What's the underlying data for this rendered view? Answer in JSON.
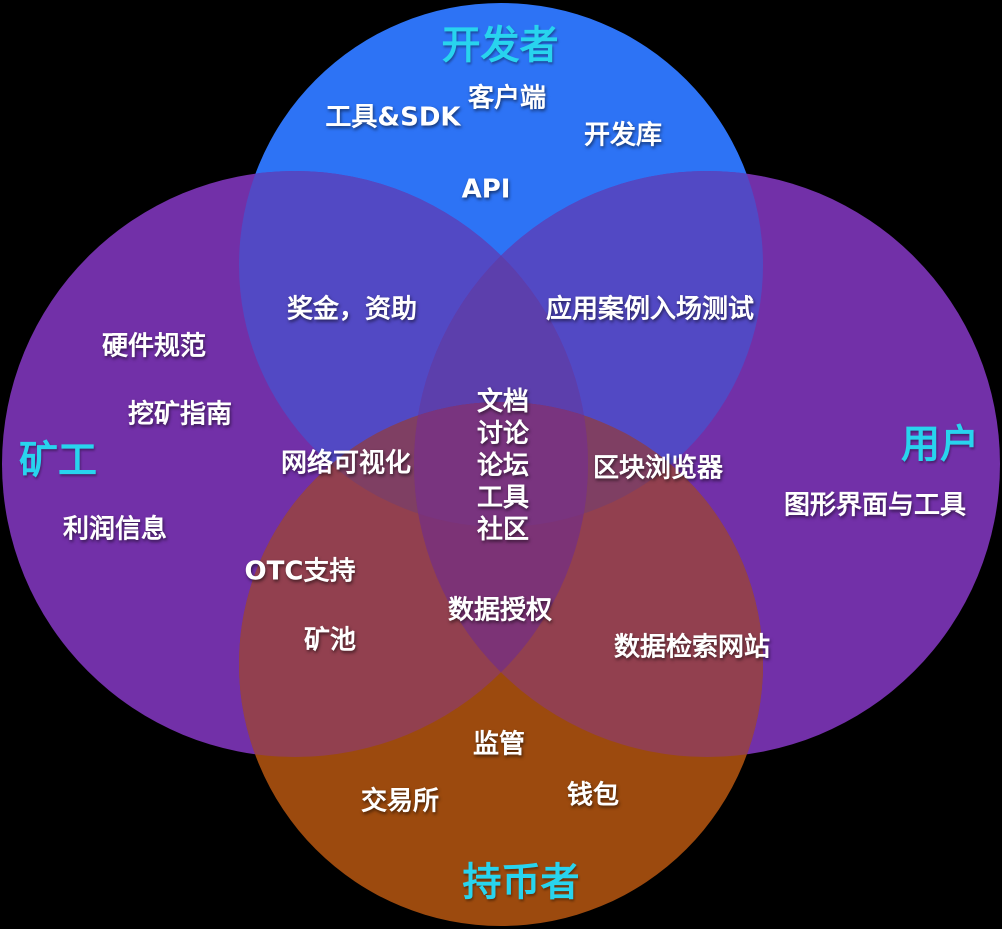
{
  "diagram": {
    "type": "venn",
    "labels": {
      "developers": "开发者",
      "miners": "矿工",
      "users": "用户",
      "holders": "持币者",
      "tools_sdk": "工具&SDK",
      "client": "客户端",
      "dev_lib": "开发库",
      "api": "API",
      "bounty_grants": "奖金，资助",
      "use_case_testing": "应用案例入场测试",
      "hardware_spec": "硬件规范",
      "mining_guide": "挖矿指南",
      "profit_info": "利润信息",
      "network_viz": "网络可视化",
      "center_stack": [
        "文档",
        "讨论",
        "论坛",
        "工具",
        "社区"
      ],
      "block_explorer": "区块浏览器",
      "gui_tools": "图形界面与工具",
      "otc_support": "OTC支持",
      "mining_pool": "矿池",
      "data_auth": "数据授权",
      "data_search_site": "数据检索网站",
      "regulation": "监管",
      "exchange": "交易所",
      "wallet": "钱包"
    },
    "colors": {
      "background": "#000000",
      "title_text": "#28D4EE",
      "label_text": "#FFFFFF",
      "circle_top": "#2D73F5",
      "circle_left": "#7230A8",
      "circle_right": "#7230A8",
      "circle_bottom": "#9C4A0E",
      "overlap_top_left": "#5249C4",
      "overlap_top_right": "#5249C4",
      "overlap_left_right": "#7230A8",
      "overlap_top_bottom": "#645E81",
      "overlap_left_bottom": "#92404F",
      "overlap_right_bottom": "#92404F",
      "overlap_top_left_right": "#5C3FAC",
      "overlap_top_left_bottom": "#7F3F63",
      "overlap_top_right_bottom": "#7F3F63",
      "overlap_left_right_bottom": "#7C3376",
      "overlap_center_all": "#79347F"
    }
  }
}
